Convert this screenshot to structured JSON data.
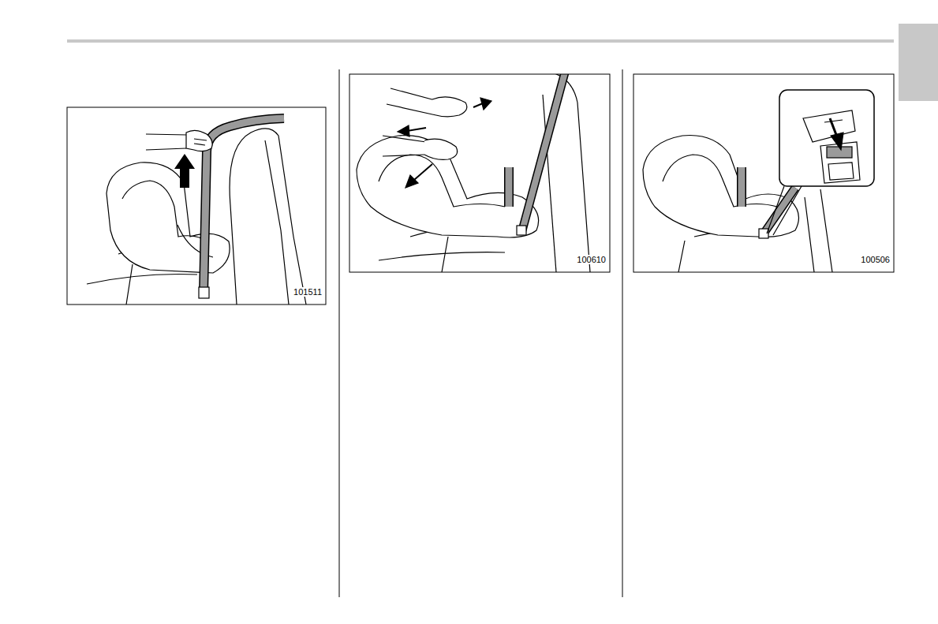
{
  "diagram": {
    "labels": [
      "101511",
      "100610",
      "100506"
    ]
  }
}
